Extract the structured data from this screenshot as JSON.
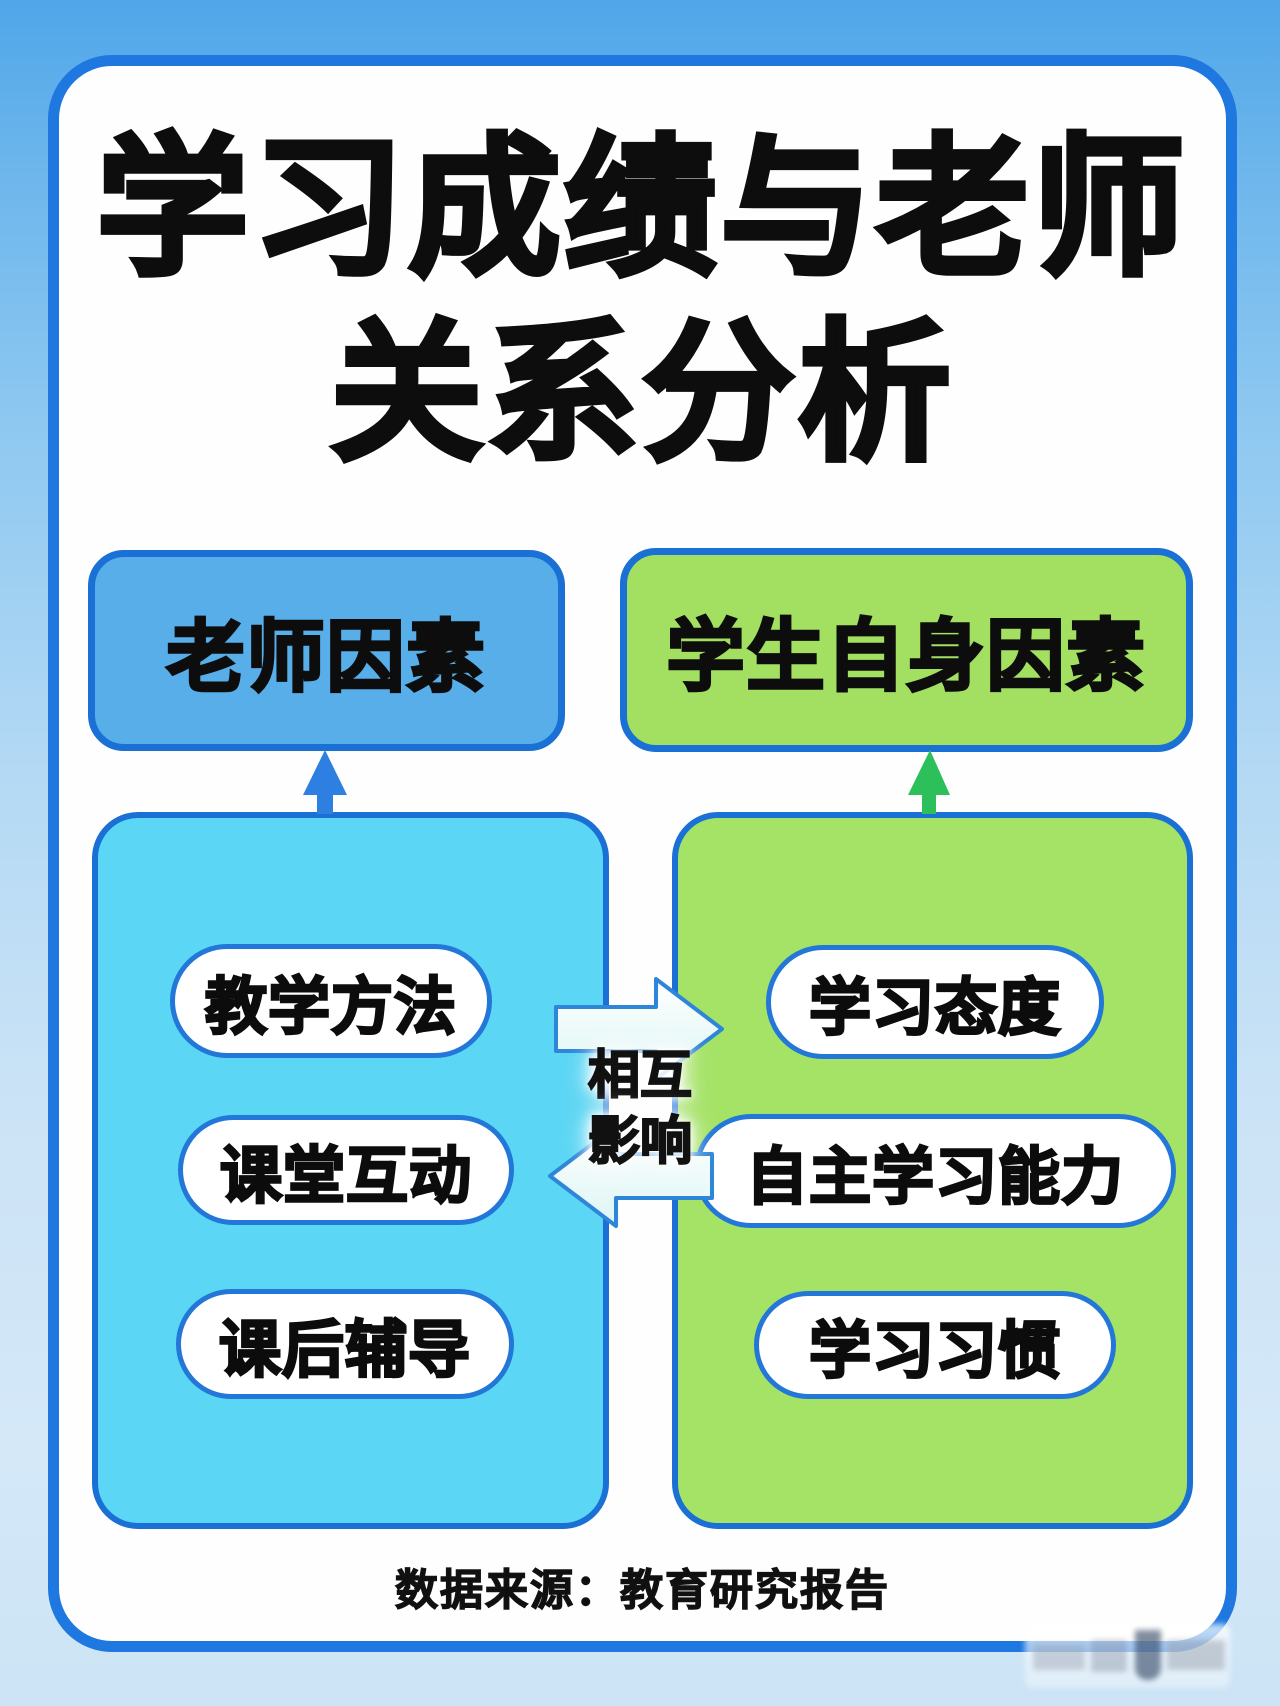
{
  "title": {
    "line1": "学习成绩与老师",
    "line2": "关系分析"
  },
  "headers": {
    "teacher_label": "老师因素",
    "student_label": "学生自身因素"
  },
  "factors": {
    "teacher": [
      "教学方法",
      "课堂互动",
      "课后辅导"
    ],
    "student": [
      "学习态度",
      "自主学习能力",
      "学习习惯"
    ]
  },
  "center_label": {
    "line1": "相互",
    "line2": "影响"
  },
  "footer": {
    "source_text": "数据来源：教育研究报告"
  },
  "colors": {
    "card_border": "#1e78e0",
    "box_border": "#1a70d4",
    "pill_border": "#2277d8",
    "teacher_header_fill": "#57aee9",
    "student_header_fill": "#a3e061",
    "teacher_panel_fill": "#5bd6f4",
    "student_panel_fill": "#a5e366",
    "arrow_up_teacher": "#2e7fe2",
    "arrow_up_student": "#2cbf5a",
    "arrow_outline": "#2e86d8",
    "text_color": "#0d0d0d"
  }
}
